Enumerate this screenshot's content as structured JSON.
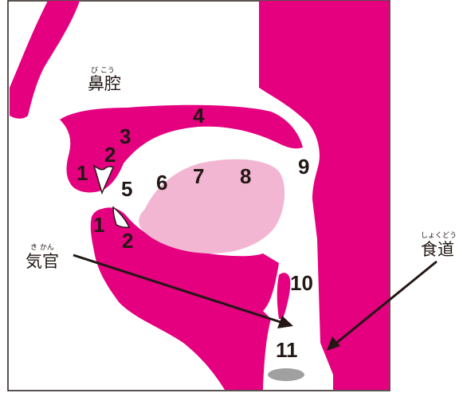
{
  "labels": {
    "nasal_cavity": "鼻腔",
    "nasal_cavity_ruby": "び こう",
    "trachea": "気官",
    "trachea_ruby": "き かん",
    "esophagus": "食道",
    "esophagus_ruby": "しょくどう"
  },
  "markers": {
    "upper_lip": "1",
    "upper_teeth": "2",
    "alveolar_ridge": "3",
    "hard_palate": "4",
    "tongue_tip": "5",
    "tongue_blade": "6",
    "tongue_front": "7",
    "tongue_back": "8",
    "pharynx": "9",
    "epiglottis": "10",
    "larynx": "11",
    "lower_lip": "1",
    "lower_teeth": "2"
  },
  "colors": {
    "tissue": "#e4007f",
    "tongue": "#f3b6d2",
    "airway": "#ffffff",
    "vocal_folds": "#a0a0a0",
    "ink": "#231815"
  }
}
